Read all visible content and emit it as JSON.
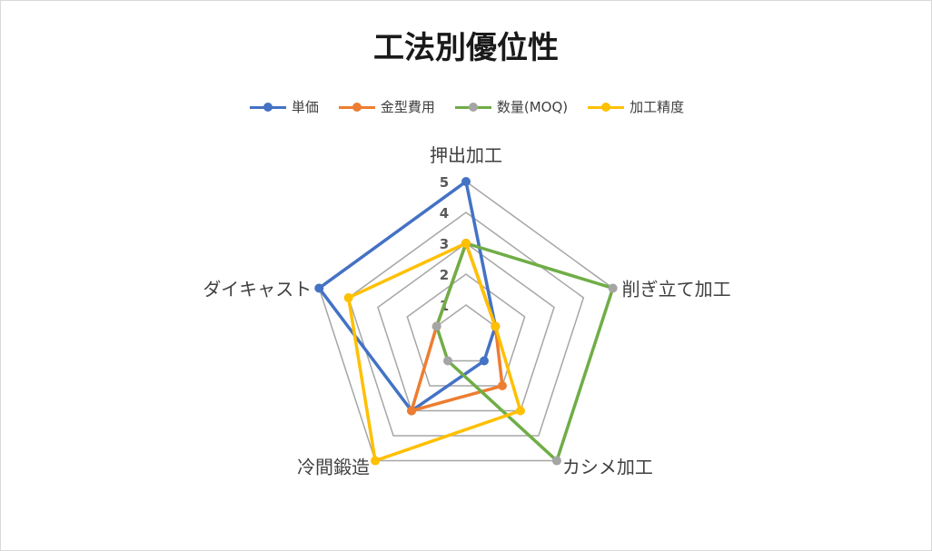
{
  "chart_data": {
    "type": "radar",
    "title": "工法別優位性",
    "categories": [
      "押出加工",
      "削ぎ立て加工",
      "カシメ加工",
      "冷間鍛造",
      "ダイキャスト"
    ],
    "ticks": [
      "1",
      "2",
      "3",
      "4",
      "5"
    ],
    "rmax": 5,
    "legend_position": "top",
    "grid": true,
    "series": [
      {
        "name": "単価",
        "color": "#4472c4",
        "values": [
          5,
          1,
          1,
          3,
          5
        ]
      },
      {
        "name": "金型費用",
        "color": "#ed7d31",
        "values": [
          3,
          1,
          2,
          3,
          1
        ]
      },
      {
        "name": "数量(MOQ)",
        "color": "#a5a5a5",
        "values": [
          3,
          5,
          5,
          1,
          1
        ]
      },
      {
        "name": "加工精度",
        "color": "#ffc000",
        "values": [
          3,
          1,
          3,
          5,
          4
        ]
      }
    ]
  }
}
